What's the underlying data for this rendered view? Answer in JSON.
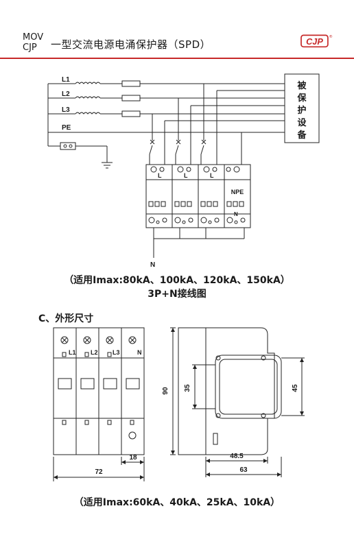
{
  "header": {
    "mov": "MOV",
    "cjp": "CJP",
    "title": "一型交流电源电涌保护器（SPD）",
    "logo_text": "CJP",
    "logo_mark": "®",
    "accent_color": "#c62828"
  },
  "wiring": {
    "lines": [
      "L1",
      "L2",
      "L3",
      "PE"
    ],
    "protected_device": [
      "被",
      "保",
      "护",
      "设",
      "备"
    ],
    "module_labels": [
      "L",
      "L",
      "L"
    ],
    "npe": "NPE",
    "n_small": "N",
    "n_out": "N",
    "caption_rating": "（适用Imax:80kA、100kA、120kA、150kA）",
    "caption_title": "3P+N接线图"
  },
  "outline": {
    "section_title": "C、外形尺寸",
    "front_labels": [
      "L1",
      "L2",
      "L3",
      "N"
    ],
    "dims": {
      "width_module": "18",
      "width_total": "72",
      "height_total": "90",
      "height_inner": "35",
      "height_right": "45",
      "depth_inner": "48.5",
      "depth_total": "63"
    },
    "caption_rating": "（适用Imax:60kA、40kA、25kA、10kA）"
  }
}
